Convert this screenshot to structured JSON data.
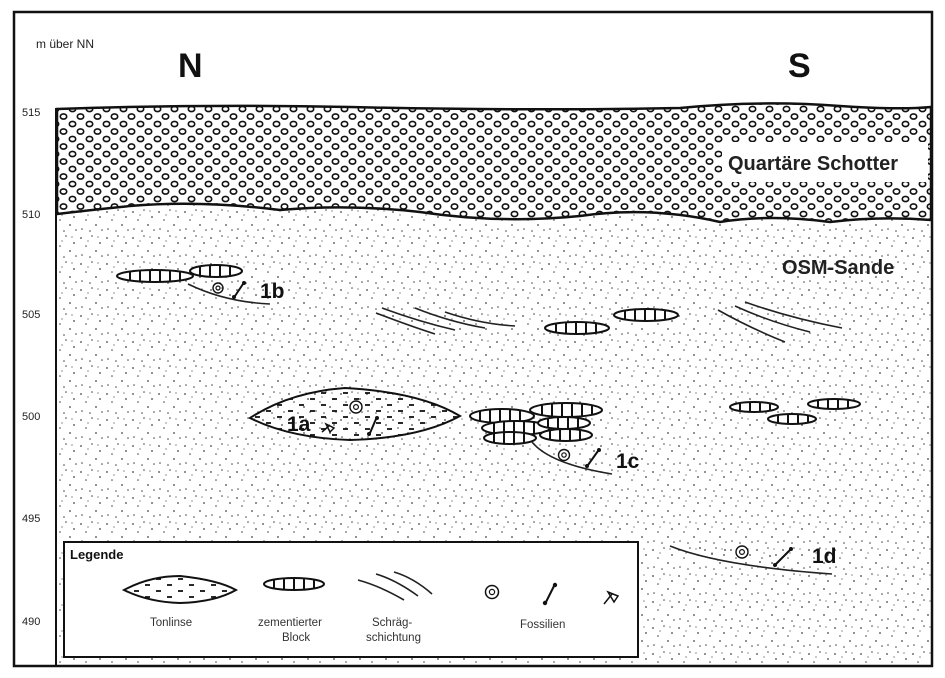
{
  "axis": {
    "label": "m über NN",
    "ticks": [
      "515",
      "510",
      "505",
      "500",
      "495",
      "490"
    ]
  },
  "directions": {
    "left": "N",
    "right": "S"
  },
  "units": {
    "gravel": "Quartäre Schotter",
    "sand": "OSM-Sande"
  },
  "sites": [
    "1a",
    "1b",
    "1c",
    "1d"
  ],
  "legend": {
    "title": "Legende",
    "tonlinse": "Tonlinse",
    "block_line1": "zementierter",
    "block_line2": "Block",
    "schraeg_line1": "Schräg-",
    "schraeg_line2": "schichtung",
    "fossilien": "Fossilien"
  },
  "colors": {
    "ink": "#111111",
    "background": "#ffffff"
  }
}
